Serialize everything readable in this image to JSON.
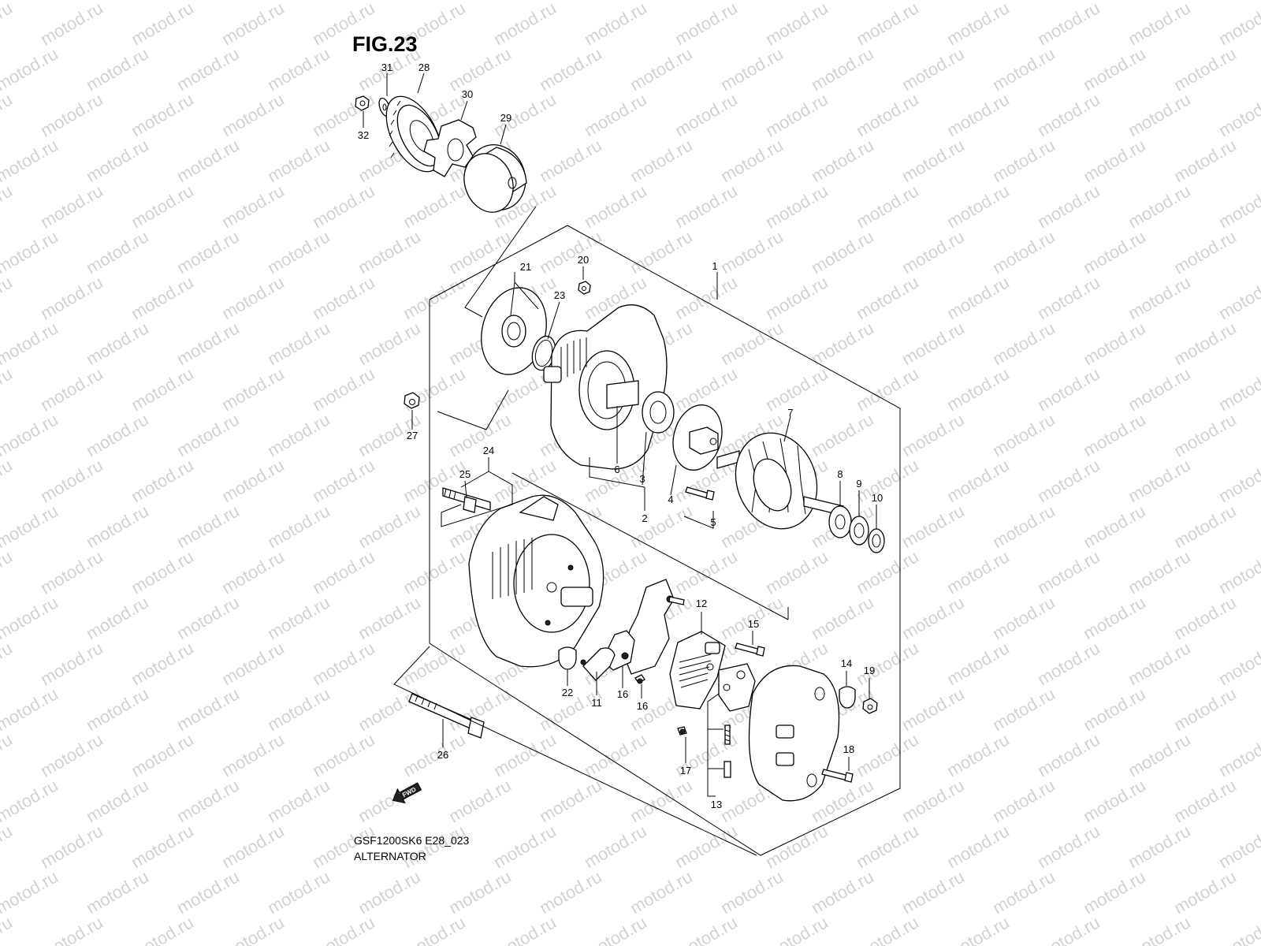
{
  "figure": {
    "title": "FIG.23",
    "model_code": "GSF1200SK6 E28_023",
    "name": "ALTERNATOR"
  },
  "watermark": "motod.ru",
  "fwd_label": "FWD",
  "callouts": [
    "1",
    "2",
    "3",
    "4",
    "5",
    "6",
    "7",
    "8",
    "9",
    "10",
    "11",
    "12",
    "13",
    "14",
    "15",
    "16",
    "16",
    "17",
    "18",
    "19",
    "20",
    "21",
    "22",
    "23",
    "24",
    "25",
    "26",
    "27",
    "28",
    "29",
    "30",
    "31",
    "32"
  ],
  "colors": {
    "ink": "#000000",
    "watermark": "#d2d2d2",
    "background": "#ffffff"
  }
}
